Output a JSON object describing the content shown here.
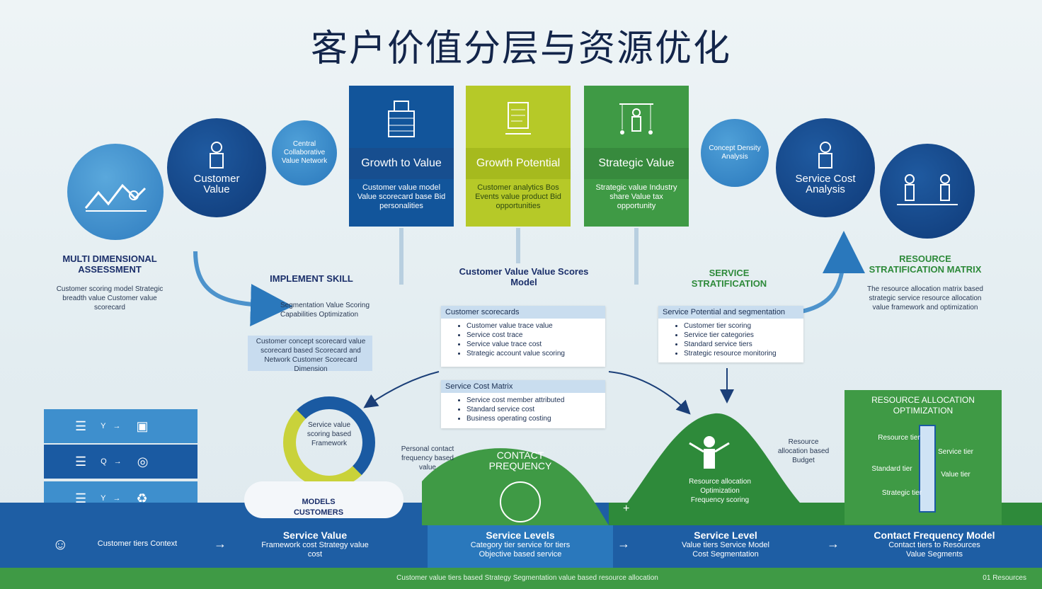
{
  "title": "客户价值分层与资源优化",
  "circles": {
    "assessment_icon": "chart-icon",
    "customer_value": "Customer Value",
    "central_note": "Central Collaborative Value Network",
    "cost_note": "Concept Density Analysis",
    "service_cost": "Service Cost Analysis"
  },
  "cards": [
    {
      "label": "Growth to Value",
      "desc": "Customer value model Value scorecard base Bid personalities",
      "color": "#12559b"
    },
    {
      "label": "Growth Potential",
      "desc": "Customer analytics Bos Events value product Bid opportunities",
      "color": "#b6c928"
    },
    {
      "label": "Strategic Value",
      "desc": "Strategic value Industry share Value tax opportunity",
      "color": "#3f9a45"
    }
  ],
  "left": {
    "heading": "MULTI DIMENSIONAL ASSESSMENT",
    "note": "Customer scoring model Strategic breadth value Customer value scorecard"
  },
  "implement": {
    "heading": "IMPLEMENT SKILL",
    "note": "Segmentation Value Scoring Capabilities Optimization"
  },
  "blue_note": "Customer concept scorecard value scorecard based Scorecard and Network Customer Scorecard Dimension",
  "center": {
    "heading": "Customer Value Value Scores Model",
    "panel1_title": "Customer scorecards",
    "panel1_items": [
      "Customer value trace value",
      "Service cost trace",
      "Service value trace cost",
      "Strategic account value scoring"
    ],
    "panel2_title": "Service Cost Matrix",
    "panel2_items": [
      "Service cost member attributed",
      "Standard service cost",
      "Business operating costing"
    ]
  },
  "right": {
    "heading": "SERVICE STRATIFICATION",
    "panel_title": "Service Potential and segmentation",
    "panel_items": [
      "Customer tier scoring",
      "Service tier categories",
      "Standard service tiers",
      "Strategic resource monitoring"
    ],
    "resource_heading": "RESOURCE STRATIFICATION MATRIX",
    "resource_note": "The resource allocation matrix based strategic service resource allocation value framework and optimization"
  },
  "bottom": {
    "cycle_note": "Service value scoring based Framework",
    "cycle_left_note": "Personal contact frequency based value",
    "models_label": "MODELS CUSTOMERS",
    "contact_label": "CONTACT PREQUENCY",
    "peak_note": "Resource allocation Optimization Frequency scoring",
    "peak_right_note": "Resource allocation based Budget",
    "alloc_heading": "RESOURCE ALLOCATION OPTIMIZATION",
    "alloc_items": [
      "Resource tier",
      "Service tier",
      "Standard tier",
      "Value tier",
      "Strategic tier"
    ]
  },
  "left_boxes": [
    "Y",
    "Q",
    "Y"
  ],
  "footer": {
    "col0": "Customer tiers Context",
    "col1_title": "Service Value",
    "col1_desc": "Framework cost Strategy value",
    "col1_desc2": "cost",
    "col2_title": "Service Levels",
    "col2_desc": "Category tier service for tiers",
    "col2_desc2": "Objective based service",
    "col3_title": "Service Level",
    "col3_desc": "Value tiers Service Model",
    "col3_desc2": "Cost Segmentation",
    "col4_title": "Contact Frequency Model",
    "col4_desc": "Contact tiers to Resources",
    "col4_desc2": "Value Segments",
    "bottom_note": "Customer value tiers based Strategy Segmentation value based resource allocation",
    "page": "01 Resources"
  }
}
